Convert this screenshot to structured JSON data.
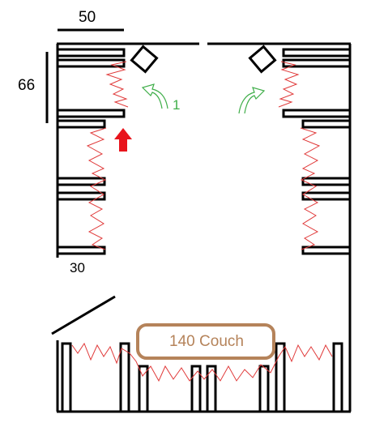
{
  "labels": {
    "top_width": "50",
    "side_length": "66",
    "gap_width": "30",
    "marker": "1",
    "couch": "140 Couch"
  },
  "colors": {
    "outline": "#000000",
    "acoustic_zigzag": "#e03a3a",
    "arrow": "#e8141c",
    "marker": "#3fae49",
    "couch": "#b5835a",
    "background": "#ffffff"
  },
  "icons": {
    "arrow": "up-arrow-icon",
    "curved_arrow": "curved-arrow-icon",
    "speaker": "speaker-icon"
  }
}
